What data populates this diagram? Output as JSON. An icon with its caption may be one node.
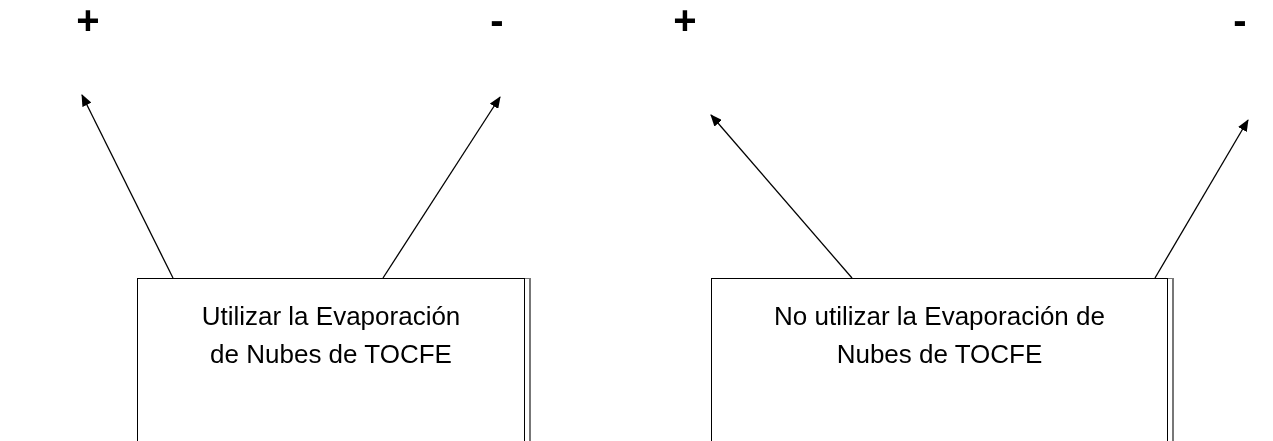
{
  "diagram": {
    "nodes": [
      {
        "text": [
          "Utilizar la Evaporación de Nubes de TOCFE"
        ]
      },
      {
        "text": [
          "No utilizar la Evaporación de Nubes de TOCFE"
        ]
      },
      {
        "text": [
          "+"
        ]
      },
      {
        "text": [
          "-"
        ]
      },
      {
        "text": [
          "+"
        ]
      },
      {
        "text": [
          "-"
        ]
      }
    ],
    "edges": [
      {
        "from": 0,
        "to": 2,
        "arrow": "to"
      },
      {
        "from": 0,
        "to": 3,
        "arrow": "to"
      },
      {
        "from": 1,
        "to": 4,
        "arrow": "to"
      },
      {
        "from": 1,
        "to": 5,
        "arrow": "to"
      }
    ]
  }
}
